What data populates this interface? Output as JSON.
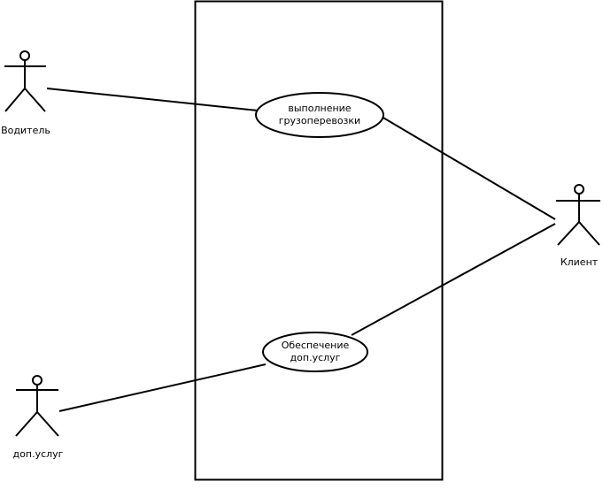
{
  "actors": [
    {
      "id": "driver",
      "label": "Водитель"
    },
    {
      "id": "client",
      "label": "Клиент"
    },
    {
      "id": "services",
      "label": "доп.услуг"
    }
  ],
  "use_cases": [
    {
      "id": "transport",
      "line1": "выполнение",
      "line2": "грузоперевозки"
    },
    {
      "id": "extra",
      "line1": "Обеспечение",
      "line2": "доп.услуг"
    }
  ]
}
